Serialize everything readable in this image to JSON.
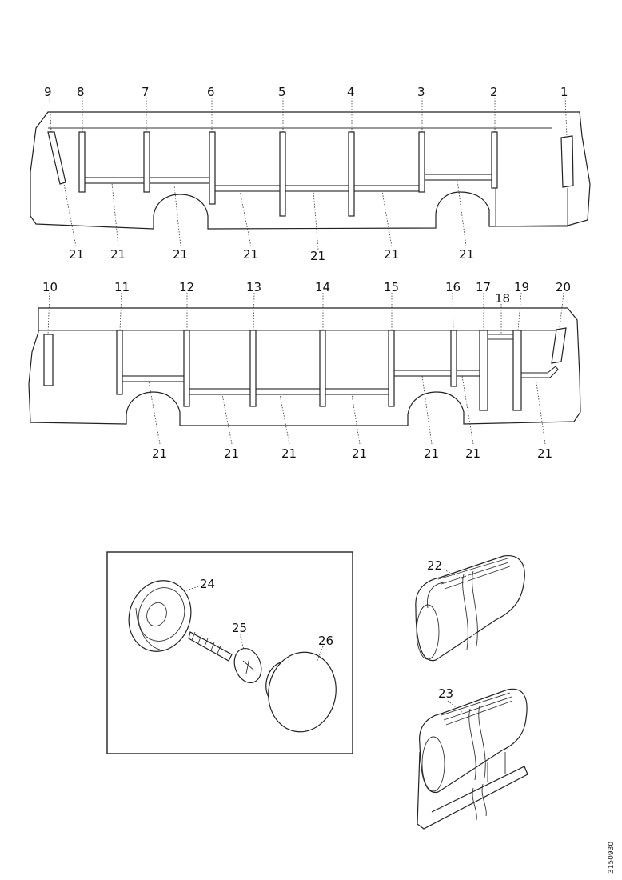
{
  "top_view": {
    "labels": [
      "9",
      "8",
      "7",
      "6",
      "5",
      "4",
      "3",
      "2",
      "1"
    ],
    "rail_labels": [
      "21",
      "21",
      "21",
      "21",
      "21",
      "21",
      "21"
    ]
  },
  "bottom_view": {
    "labels": [
      "10",
      "11",
      "12",
      "13",
      "14",
      "15",
      "16",
      "17",
      "18",
      "19",
      "20"
    ],
    "rail_labels": [
      "21",
      "21",
      "21",
      "21",
      "21",
      "21",
      "21"
    ]
  },
  "detail": {
    "labels": [
      "24",
      "25",
      "26"
    ]
  },
  "profiles": {
    "labels": [
      "22",
      "23"
    ]
  },
  "drawing_code": "3150930"
}
